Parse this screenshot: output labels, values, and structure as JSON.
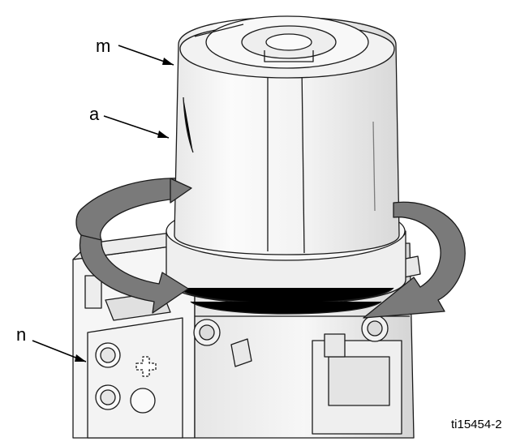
{
  "figure_id": "ti15454-2",
  "callouts": [
    {
      "label": "m",
      "part": "lid"
    },
    {
      "label": "a",
      "part": "reservoir"
    },
    {
      "label": "n",
      "part": "pump-front-panel"
    }
  ],
  "colors": {
    "arrow_fill": "#7a7a7a",
    "line": "#000000",
    "body_light": "#f4f4f4",
    "body_shade": "#d9d9d9"
  }
}
